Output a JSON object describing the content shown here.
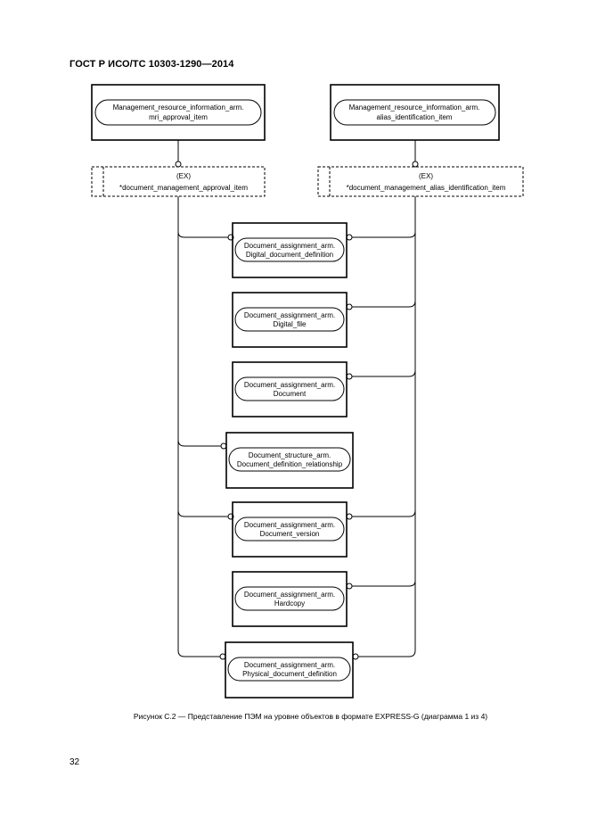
{
  "header": {
    "title": "ГОСТ Р ИСО/ТС 10303-1290—2014"
  },
  "diagram": {
    "top_entities": [
      {
        "line1": "Management_resource_information_arm.",
        "line2": "mri_approval_item"
      },
      {
        "line1": "Management_resource_information_arm.",
        "line2": "alias_identification_item"
      }
    ],
    "select_types": [
      {
        "tag": "(EX)",
        "name": "*document_management_approval_item"
      },
      {
        "tag": "(EX)",
        "name": "*document_management_alias_identification_item"
      }
    ],
    "entities": [
      {
        "line1": "Document_assignment_arm.",
        "line2": "Digital_document_definition"
      },
      {
        "line1": "Document_assignment_arm.",
        "line2": "Digital_file"
      },
      {
        "line1": "Document_assignment_arm.",
        "line2": "Document"
      },
      {
        "line1": "Document_structure_arm.",
        "line2": "Document_definition_relationship"
      },
      {
        "line1": "Document_assignment_arm.",
        "line2": "Document_version"
      },
      {
        "line1": "Document_assignment_arm.",
        "line2": "Hardcopy"
      },
      {
        "line1": "Document_assignment_arm.",
        "line2": "Physical_document_definition"
      }
    ]
  },
  "caption": "Рисунок С.2 — Представление ПЭМ на уровне объектов в формате EXPRESS-G (диаграмма 1 из 4)",
  "page_number": "32"
}
